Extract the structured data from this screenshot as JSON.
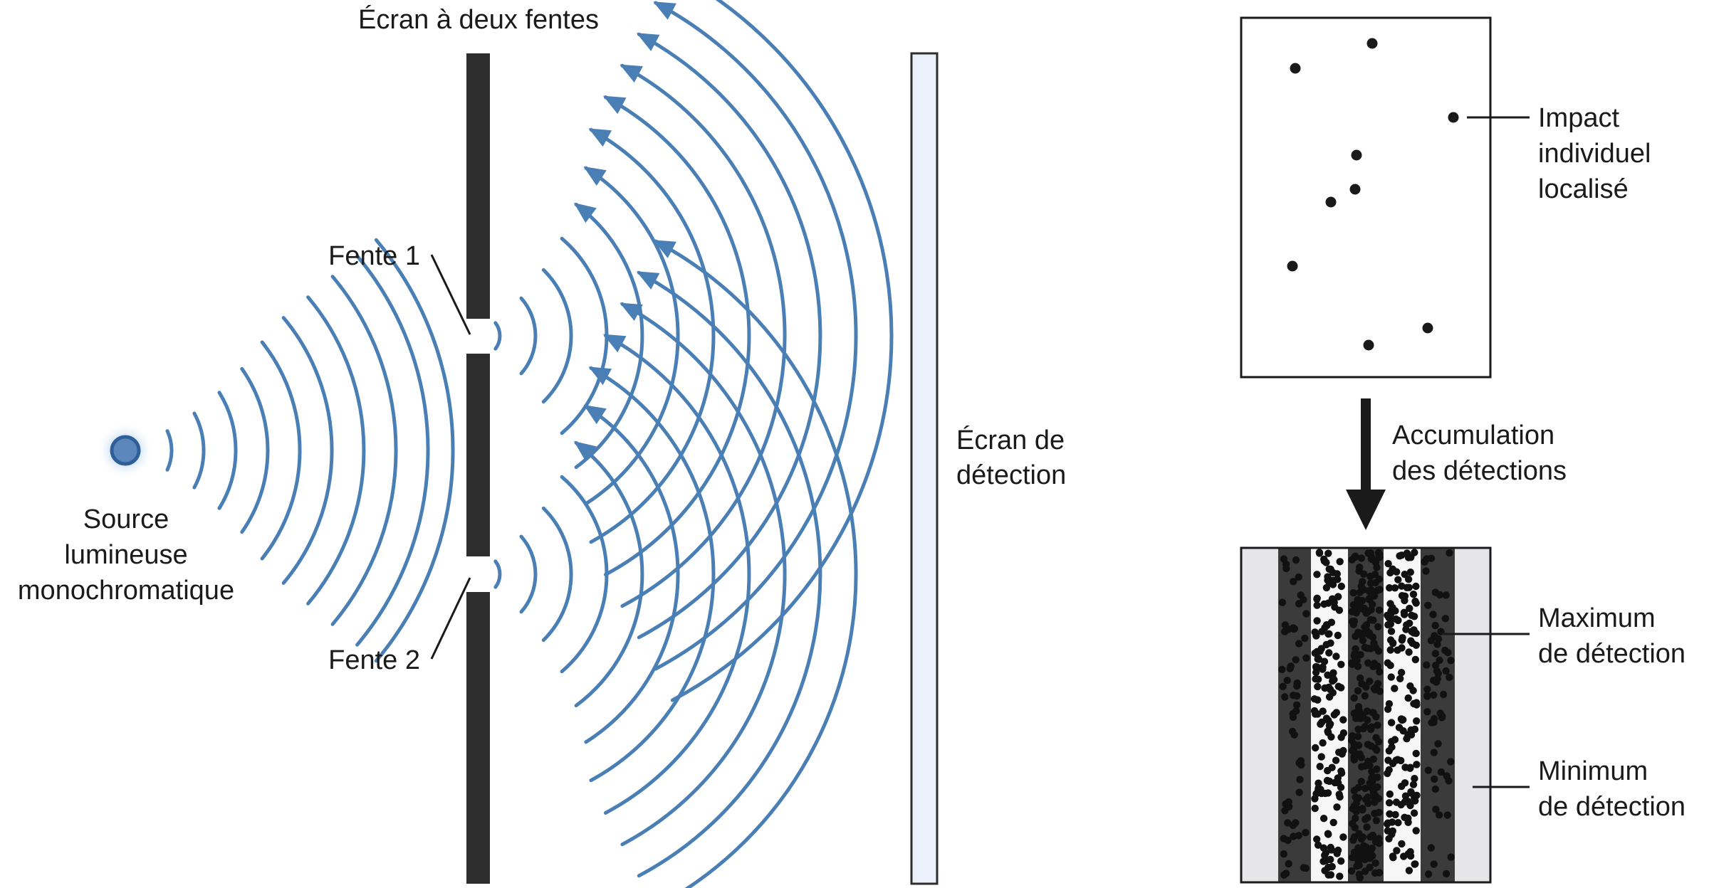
{
  "labels": {
    "barrier_title": "Écran à deux fentes",
    "slit1": "Fente 1",
    "slit2": "Fente 2",
    "source_line1": "Source",
    "source_line2": "lumineuse",
    "source_line3": "monochromatique",
    "detector_line1": "Écran de",
    "detector_line2": "détection",
    "impact_line1": "Impact",
    "impact_line2": "individuel",
    "impact_line3": "localisé",
    "accumulation_line1": "Accumulation",
    "accumulation_line2": "des détections",
    "maximum_line1": "Maximum",
    "maximum_line2": "de détection",
    "minimum_line1": "Minimum",
    "minimum_line2": "de détection"
  },
  "colors": {
    "wave": "#4a7fb5",
    "barrier": "#2d2d2d",
    "detector_fill": "#eaf1fa",
    "source": "#2f5f99",
    "text": "#1a1a1a",
    "band_light": "#e6e6e8",
    "band_dark": "#3b3b3b",
    "band_white": "#f6f6f6"
  },
  "icons": {
    "source": "glowing-light-source-icon",
    "down_arrow": "down-arrow-icon"
  }
}
